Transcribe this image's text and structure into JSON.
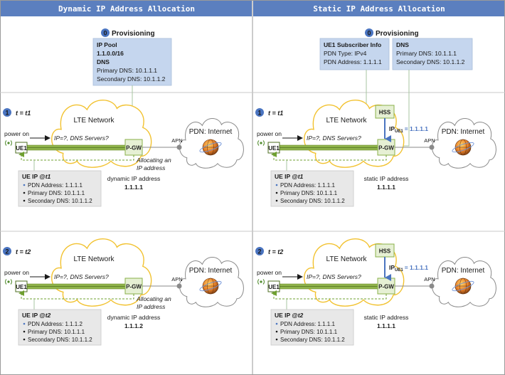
{
  "colors": {
    "header_fill": "#5b7fbf",
    "header_text": "#ffffff",
    "accent_blue": "#4a74c0",
    "prov_box": "#c5d6ee",
    "ue_box": "#e8e8e8",
    "cloud_lte_stroke": "#f2c230",
    "tunnel": "#8fb34a",
    "gw_fill": "#e6f0d4",
    "gw_stroke": "#8ab04a",
    "dashed_green": "#6fa030",
    "gray": "#8a8a8a"
  },
  "left": {
    "title": "Dynamic IP Address Allocation",
    "provisioning": {
      "step": "0",
      "label": "Provisioning",
      "pool_title": "IP Pool",
      "pool_value": "1.1.0.0/16",
      "dns_title": "DNS",
      "primary": "Primary DNS: 10.1.1.1",
      "secondary": "Secondary DNS: 10.1.1.2"
    },
    "rows": [
      {
        "step": "1",
        "time": "t = t1",
        "lte": "LTE Network",
        "power": "power on",
        "ue": "UE1",
        "gw": "P-GW",
        "apn": "APN",
        "pdn": "PDN: Internet",
        "query": "IP=?, DNS Servers?",
        "note_line1": "Allocating an",
        "note_line2": "IP address",
        "alloc_label": "dynamic IP address",
        "alloc_ip": "1.1.1.1",
        "ue_title_prefix": "UE IP @",
        "ue_title_time": "t1",
        "pdn_addr": "PDN Address: 1.1.1.1",
        "primary": "Primary DNS: 10.1.1.1",
        "secondary": "Secondary DNS: 10.1.1.2"
      },
      {
        "step": "2",
        "time": "t = t2",
        "lte": "LTE Network",
        "power": "power on",
        "ue": "UE1",
        "gw": "P-GW",
        "apn": "APN",
        "pdn": "PDN: Internet",
        "query": "IP=?, DNS Servers?",
        "note_line1": "Allocating an",
        "note_line2": "IP address",
        "alloc_label": "dynamic IP address",
        "alloc_ip": "1.1.1.2",
        "ue_title_prefix": "UE IP @",
        "ue_title_time": "t2",
        "pdn_addr": "PDN Address: 1.1.1.2",
        "primary": "Primary DNS: 10.1.1.1",
        "secondary": "Secondary DNS: 10.1.1.2"
      }
    ]
  },
  "right": {
    "title": "Static IP Address Allocation",
    "provisioning": {
      "step": "0",
      "label": "Provisioning",
      "sub_title": "UE1 Subscriber Info",
      "pdn_type": "PDN Type: IPv4",
      "pdn_addr": "PDN Address: 1.1.1.1",
      "dns_title": "DNS",
      "primary": "Primary DNS: 10.1.1.1",
      "secondary": "Secondary DNS: 10.1.1.2"
    },
    "rows": [
      {
        "step": "1",
        "time": "t = t1",
        "lte": "LTE Network",
        "hss": "HSS",
        "ip_prefix": "IP",
        "ip_sub": "UE1",
        "ip_value": "= 1.1.1.1",
        "power": "power on",
        "ue": "UE1",
        "gw": "P-GW",
        "apn": "APN",
        "pdn": "PDN: Internet",
        "query": "IP=?, DNS Servers?",
        "alloc_label": "static IP address",
        "alloc_ip": "1.1.1.1",
        "ue_title_prefix": "UE IP @",
        "ue_title_time": "t1",
        "pdn_addr": "PDN Address: 1.1.1.1",
        "primary": "Primary DNS: 10.1.1.1",
        "secondary": "Secondary DNS: 10.1.1.2"
      },
      {
        "step": "2",
        "time": "t = t2",
        "lte": "LTE Network",
        "hss": "HSS",
        "ip_prefix": "IP",
        "ip_sub": "UE1",
        "ip_value": "= 1.1.1.1",
        "power": "power on",
        "ue": "UE1",
        "gw": "P-GW",
        "apn": "APN",
        "pdn": "PDN: Internet",
        "query": "IP=?, DNS Servers?",
        "alloc_label": "static IP address",
        "alloc_ip": "1.1.1.1",
        "ue_title_prefix": "UE IP @",
        "ue_title_time": "t2",
        "pdn_addr": "PDN Address: 1.1.1.1",
        "primary": "Primary DNS: 10.1.1.1",
        "secondary": "Secondary DNS: 10.1.1.2"
      }
    ]
  }
}
